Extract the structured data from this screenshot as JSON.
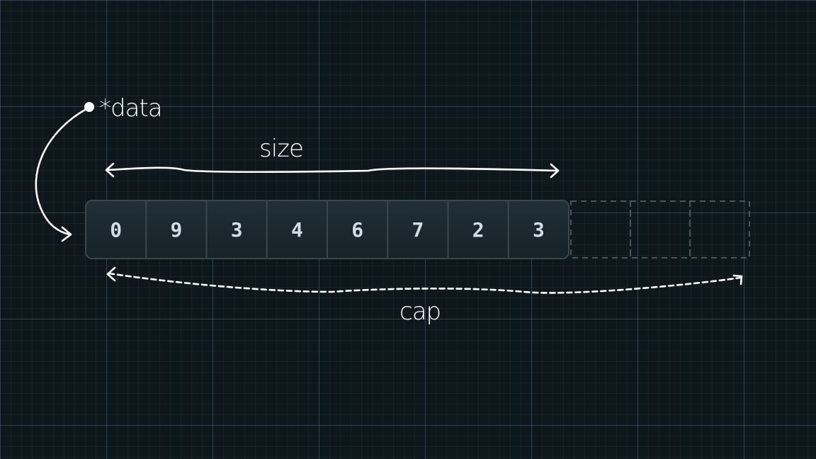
{
  "labels": {
    "pointer": "*data",
    "size": "size",
    "cap": "cap"
  },
  "array": {
    "values": [
      "0",
      "9",
      "3",
      "4",
      "6",
      "7",
      "2",
      "3"
    ],
    "unused_slots": 3
  },
  "colors": {
    "background": "#0d171c",
    "cell_fill": "#1a2a30",
    "cell_border": "#3a474d",
    "cell_text": "#d3dde6",
    "annotation": "#ffffff",
    "unused_border": "#4a5358"
  }
}
